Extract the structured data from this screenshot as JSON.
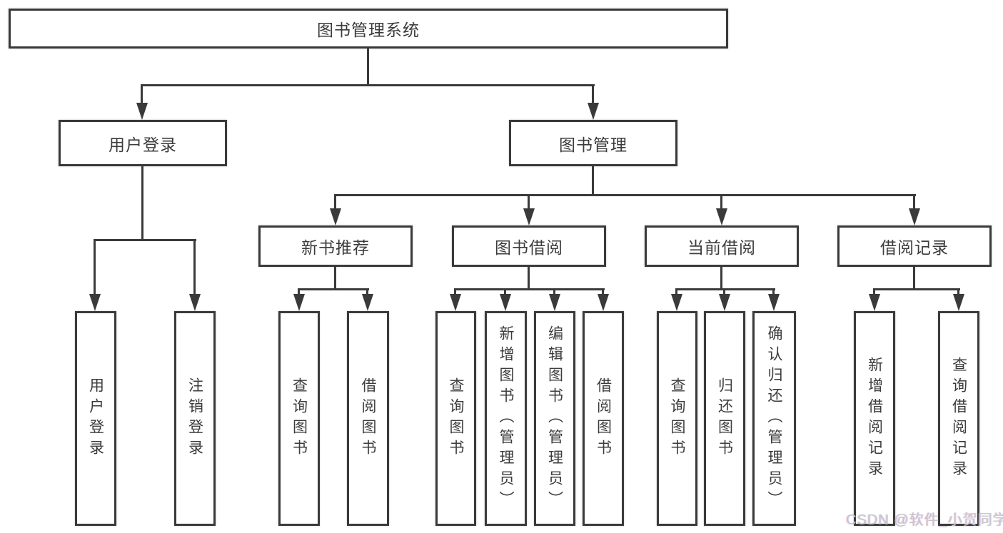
{
  "diagram": {
    "type": "tree-structure-chart",
    "colors": {
      "line": "#3a3a3a",
      "text": "#3c3c3c",
      "background": "#ffffff",
      "watermark_text": "#c6c6cc"
    },
    "arrow_style": "filled-triangle-down",
    "nodes": {
      "root": {
        "label": "图书管理系统"
      },
      "user_login": {
        "label": "用户登录",
        "children": [
          {
            "label": "用户登录"
          },
          {
            "label": "注销登录"
          }
        ]
      },
      "book_management": {
        "label": "图书管理",
        "children": [
          {
            "label": "新书推荐",
            "children": [
              {
                "label": "查询图书"
              },
              {
                "label": "借阅图书"
              }
            ]
          },
          {
            "label": "图书借阅",
            "children": [
              {
                "label": "查询图书"
              },
              {
                "label": "新增图书（管理员）"
              },
              {
                "label": "编辑图书（管理员）"
              },
              {
                "label": "借阅图书"
              }
            ]
          },
          {
            "label": "当前借阅",
            "children": [
              {
                "label": "查询图书"
              },
              {
                "label": "归还图书"
              },
              {
                "label": "确认归还（管理员）"
              }
            ]
          },
          {
            "label": "借阅记录",
            "children": [
              {
                "label": "新增借阅记录"
              },
              {
                "label": "查询借阅记录"
              }
            ]
          }
        ]
      }
    }
  },
  "watermark": {
    "text": "CSDN @软件_小贺同学"
  }
}
